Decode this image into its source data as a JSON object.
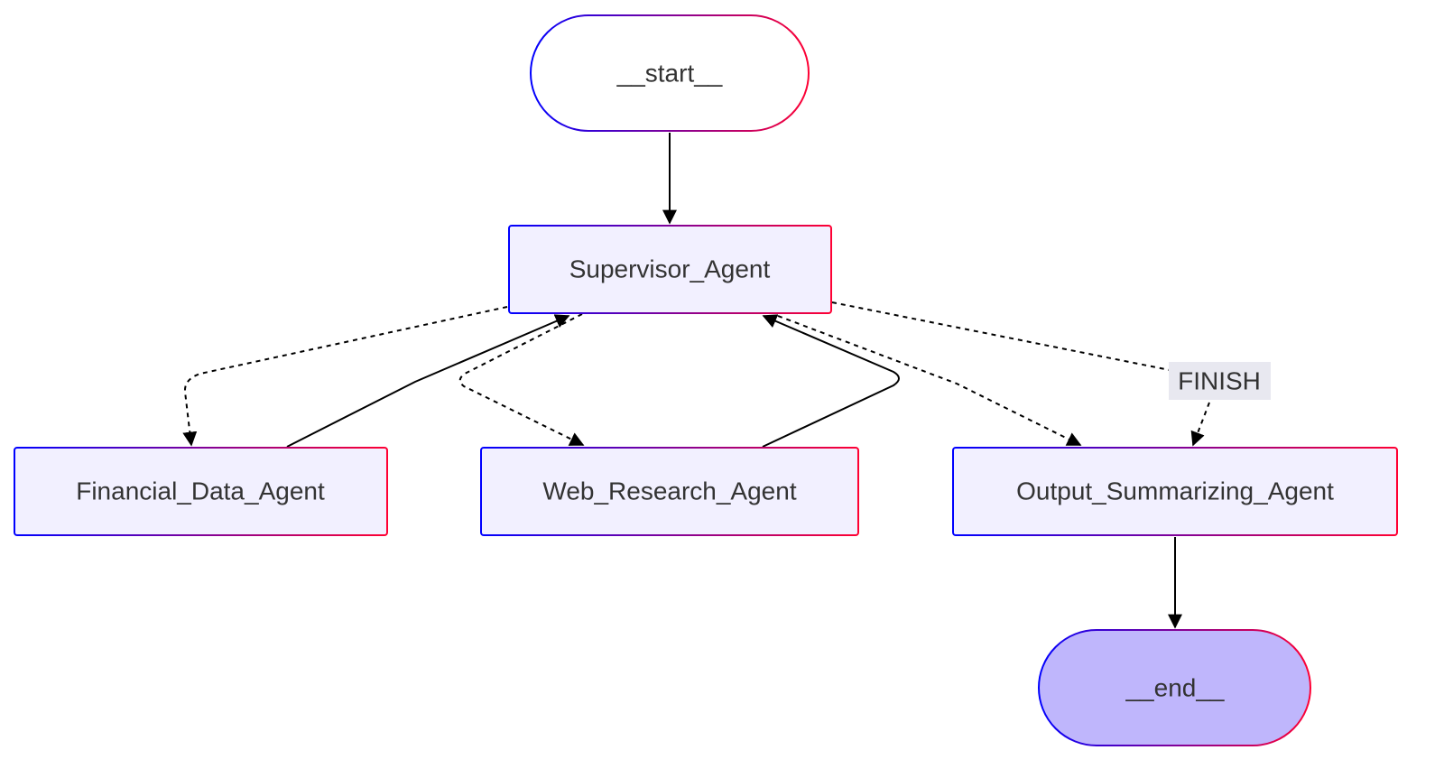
{
  "colors": {
    "node_fill": "#f2f0ff",
    "end_fill": "#bfb6fc",
    "start_fill": "#ffffff",
    "border_gradient_start": "#0000ff",
    "border_gradient_end": "#ff0033",
    "edge": "#000000",
    "edge_label_bg": "#e8e8f0",
    "text": "#333333"
  },
  "nodes": {
    "start": {
      "label": "__start__",
      "shape": "stadium"
    },
    "supervisor": {
      "label": "Supervisor_Agent",
      "shape": "rect"
    },
    "financial": {
      "label": "Financial_Data_Agent",
      "shape": "rect"
    },
    "web": {
      "label": "Web_Research_Agent",
      "shape": "rect"
    },
    "output": {
      "label": "Output_Summarizing_Agent",
      "shape": "rect"
    },
    "end": {
      "label": "__end__",
      "shape": "stadium"
    }
  },
  "edges": [
    {
      "from": "start",
      "to": "supervisor",
      "style": "solid"
    },
    {
      "from": "supervisor",
      "to": "financial",
      "style": "dashed"
    },
    {
      "from": "financial",
      "to": "supervisor",
      "style": "solid"
    },
    {
      "from": "supervisor",
      "to": "web",
      "style": "dashed"
    },
    {
      "from": "web",
      "to": "supervisor",
      "style": "solid"
    },
    {
      "from": "supervisor",
      "to": "output",
      "style": "dashed"
    },
    {
      "from": "supervisor",
      "to": "output",
      "style": "dashed",
      "label": "FINISH"
    },
    {
      "from": "output",
      "to": "end",
      "style": "solid"
    }
  ],
  "edge_labels": {
    "finish": "FINISH"
  }
}
